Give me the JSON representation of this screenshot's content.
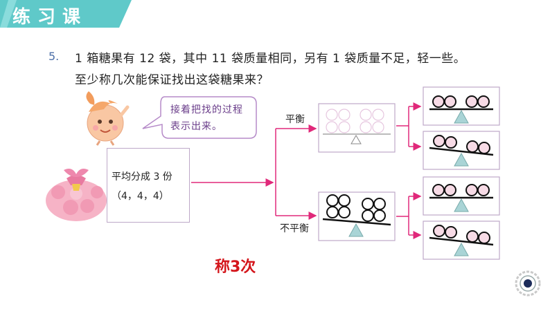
{
  "header": {
    "title": "练习课",
    "color": "#5fc9c9"
  },
  "question": {
    "number": "5.",
    "line1": "1 箱糖果有 12 袋，其中 11 袋质量相同，另有 1 袋质量不足，轻一些。",
    "line2": "至少称几次能保证找出这袋糖果来？"
  },
  "speech_bubble": {
    "text": "接着把找的过程表示出来。"
  },
  "start_box": {
    "line1": "平均分成 3 份",
    "line2": "（4，4，4）"
  },
  "branch_labels": {
    "balanced": "平衡",
    "unbalanced": "不平衡"
  },
  "answer": {
    "text": "称3次",
    "color": "#d4151b"
  },
  "colors": {
    "arrow": "#e0287a",
    "box_border": "#bda8c8",
    "pivot": "#a9d4d6",
    "bubble_border": "#b58ac8"
  },
  "icons": [
    "girl-mascot-icon",
    "candy-bag-icon",
    "nav-button-icon"
  ]
}
